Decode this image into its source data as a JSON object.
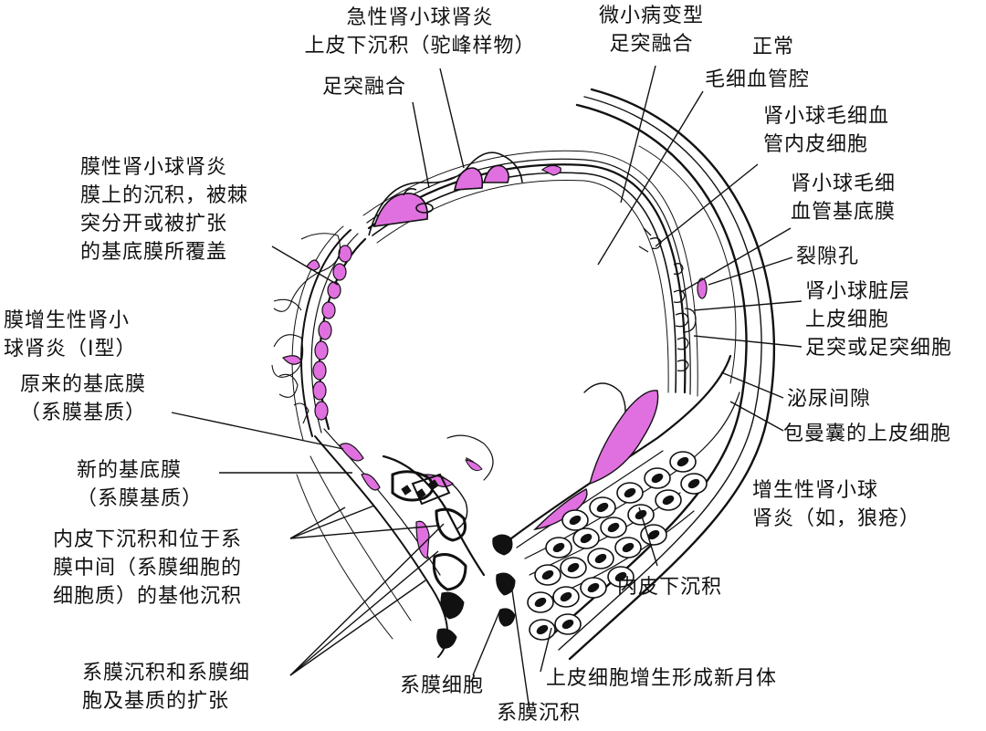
{
  "colors": {
    "ink": "#111111",
    "deposit": "#e070e0",
    "background": "#ffffff"
  },
  "labels": {
    "acute_gn": [
      "急性肾小球肾炎",
      "上皮下沉积（驼峰样物）"
    ],
    "foot_fusion_top": "足突融合",
    "minimal_change": [
      "微小病变型",
      "足突融合"
    ],
    "normal": "正常",
    "capillary_lumen": "毛细血管腔",
    "endothelial": [
      "肾小球毛细血",
      "管内皮细胞"
    ],
    "gbm": [
      "肾小球毛细",
      "血管基底膜"
    ],
    "slit_pore": "裂隙孔",
    "visceral_epi": [
      "肾小球脏层",
      "上皮细胞"
    ],
    "foot_process": "足突或足突细胞",
    "urinary_space": "泌尿间隙",
    "bowman_epi": "包曼囊的上皮细胞",
    "proliferative": [
      "增生性肾小球",
      "肾炎（如，狼疮）"
    ],
    "membranous": [
      "膜性肾小球肾炎",
      "膜上的沉积，被棘",
      "突分开或被扩张",
      "的基底膜所覆盖"
    ],
    "mpgn": [
      "膜增生性肾小",
      "球肾炎（Ⅰ型）"
    ],
    "orig_bm": [
      "原来的基底膜",
      "（系膜基质）"
    ],
    "new_bm": [
      "新的基底膜",
      "（系膜基质）"
    ],
    "subendo_meso": [
      "内皮下沉积和位于系",
      "膜中间（系膜细胞的",
      "细胞质）的基他沉积"
    ],
    "meso_expansion": [
      "系膜沉积和系膜细",
      "胞及基质的扩张"
    ],
    "meso_cell": "系膜细胞",
    "meso_deposit": "系膜沉积",
    "subendo_right": "内皮下沉积",
    "crescent": "上皮细胞增生形成新月体"
  }
}
